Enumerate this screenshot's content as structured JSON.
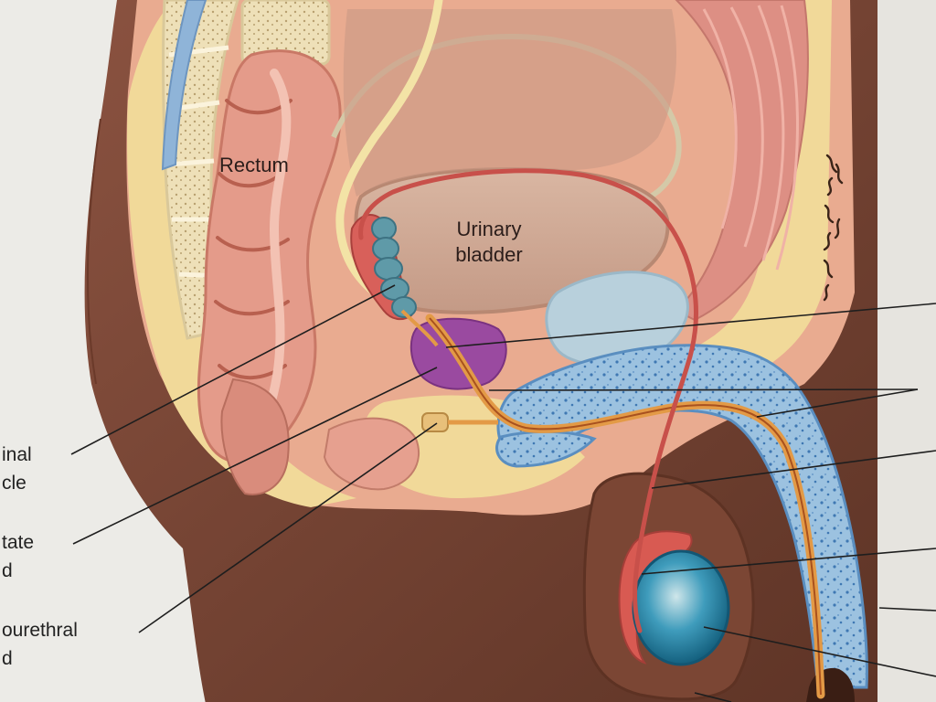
{
  "diagram": {
    "organ_labels": {
      "rectum": "Rectum",
      "bladder_line1": "Urinary",
      "bladder_line2": "bladder"
    },
    "left_labels": {
      "seminal_line1": "inal",
      "seminal_line2": "cle",
      "prostate_line1": "tate",
      "prostate_line2": "d",
      "bulbo_line1": "ourethral",
      "bulbo_line2": "d"
    },
    "colors": {
      "page": "#ecebe7",
      "skin": "#7a4735",
      "tissue": "#e6a48a",
      "fat": "#f0d79a",
      "spongy_body": "#8cb4d6",
      "urethra": "#e8a046",
      "prostate": "#9a4aa0",
      "testis": "#2f8fb0",
      "vas": "#c8504a"
    }
  }
}
